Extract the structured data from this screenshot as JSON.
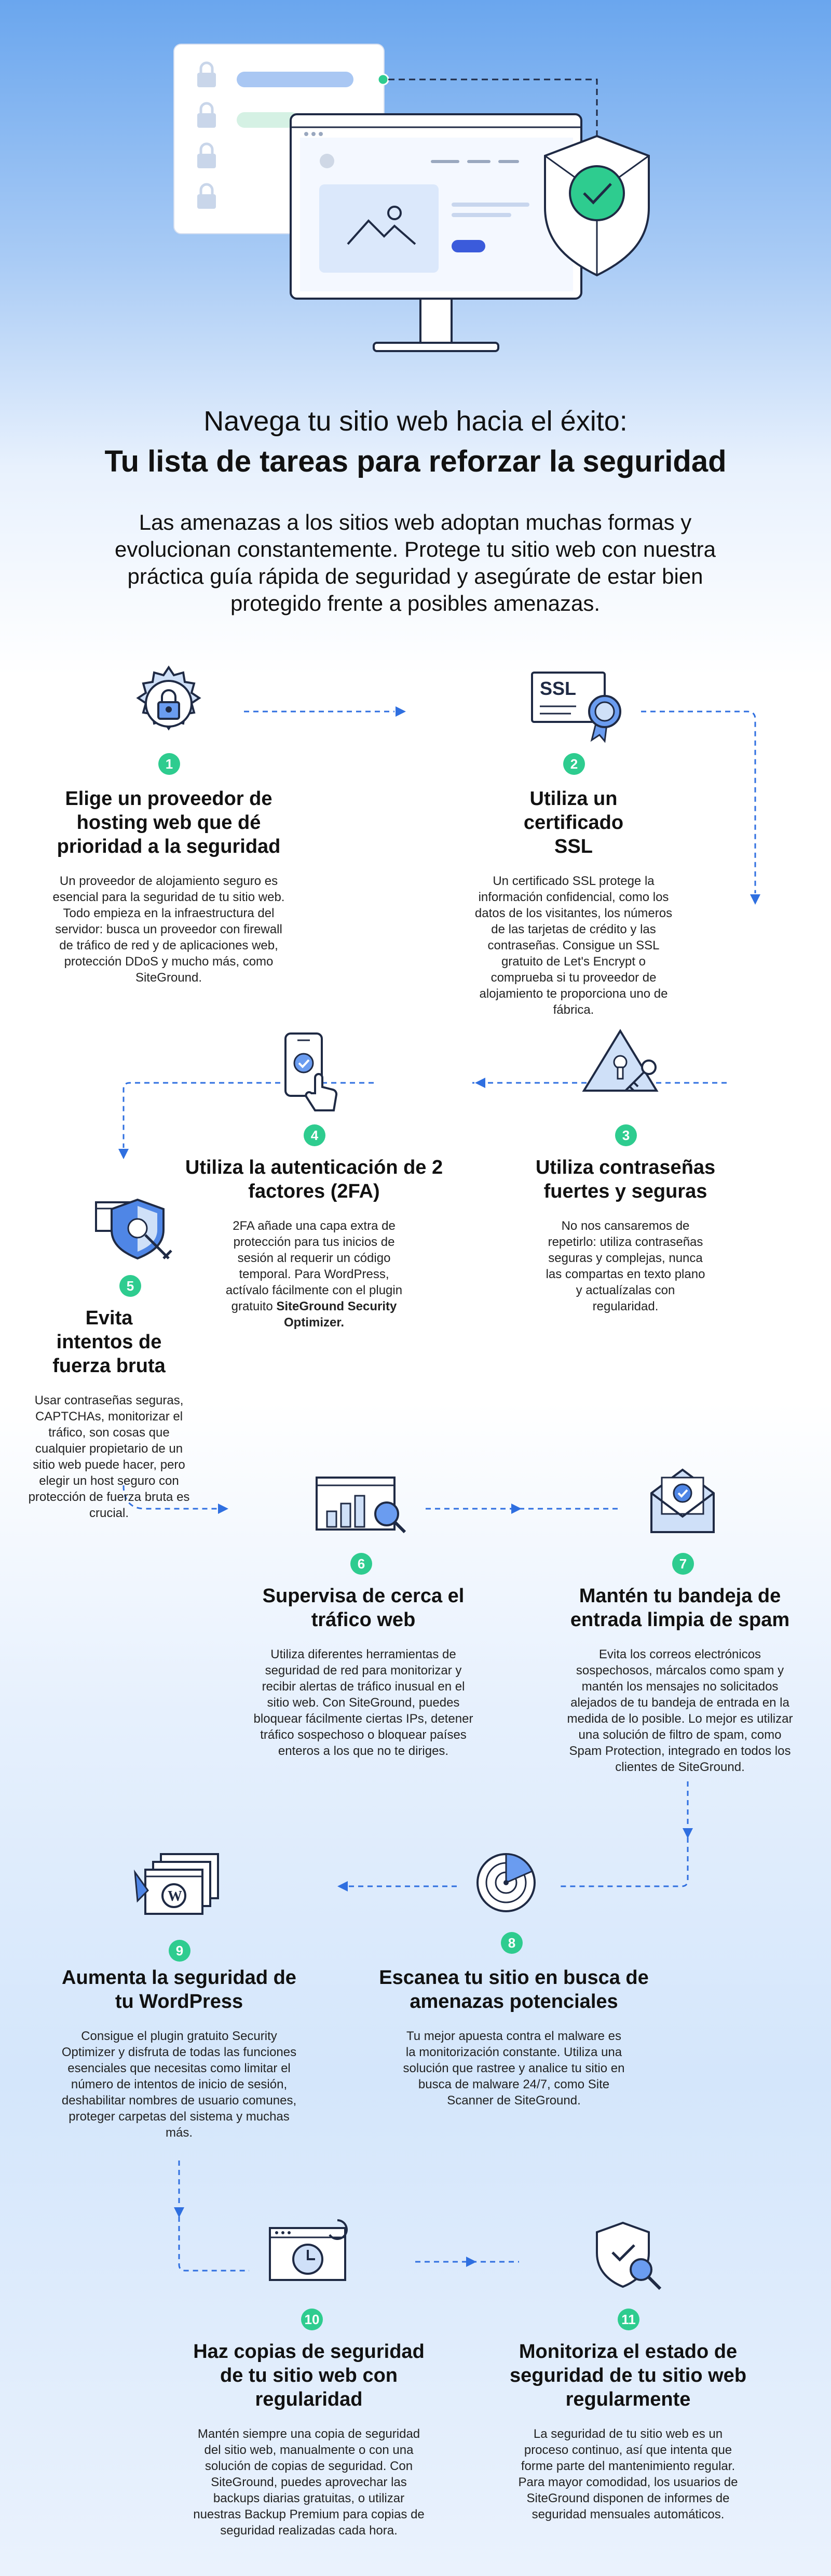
{
  "header": {
    "line1": "Navega tu sitio web hacia el éxito:",
    "line2": "Tu lista de tareas para reforzar la seguridad"
  },
  "intro": "Las amenazas a los sitios web adoptan muchas formas y evolucionan constantemente. Protege tu sitio web con nuestra práctica guía rápida de seguridad y asegúrate de estar bien protegido frente a posibles amenazas.",
  "colors": {
    "accent_green": "#2ecc8f",
    "accent_blue": "#2f6fe0",
    "icon_stroke": "#1f2a44",
    "icon_fill": "#cfe0f8"
  },
  "steps": [
    {
      "num": "1",
      "icon": "gear-lock-icon",
      "title": "Elige un proveedor de hosting web que dé prioridad a la seguridad",
      "body": "Un proveedor de alojamiento seguro es esencial para la seguridad de tu sitio web. Todo empieza en la infraestructura del servidor: busca un proveedor con firewall de tráfico de red y de aplicaciones web, protección DDoS y mucho más, como SiteGround."
    },
    {
      "num": "2",
      "icon": "ssl-certificate-icon",
      "title": "Utiliza un certificado SSL",
      "body": "Un certificado SSL protege la información confidencial, como los datos de los visitantes, los números de las tarjetas de crédito y las contraseñas. Consigue un SSL gratuito de Let's Encrypt o comprueba si tu proveedor de alojamiento te proporciona uno de fábrica.",
      "badge": "SSL"
    },
    {
      "num": "3",
      "icon": "key-warning-icon",
      "title": "Utiliza contraseñas fuertes y seguras",
      "body": "No nos cansaremos de repetirlo: utiliza contraseñas seguras y complejas, nunca las compartas en texto plano y actualízalas con regularidad."
    },
    {
      "num": "4",
      "icon": "phone-2fa-icon",
      "title": "Utiliza la autenticación de 2 factores (2FA)",
      "body": "2FA añade una capa extra de protección para tus inicios de sesión al requerir un código temporal. Para WordPress, actívalo fácilmente con el plugin gratuito",
      "body_strong": "SiteGround Security Optimizer."
    },
    {
      "num": "5",
      "icon": "shield-sword-icon",
      "title": "Evita intentos de fuerza bruta",
      "body": "Usar contraseñas seguras, CAPTCHAs, monitorizar el tráfico, son cosas que cualquier propietario de un sitio web puede hacer, pero elegir un host seguro con protección de fuerza bruta es crucial."
    },
    {
      "num": "6",
      "icon": "traffic-chart-icon",
      "title": "Supervisa de cerca el tráfico web",
      "body": "Utiliza diferentes herramientas de seguridad de red para monitorizar y recibir alertas de tráfico inusual en el sitio web. Con SiteGround, puedes bloquear fácilmente ciertas IPs, detener tráfico sospechoso o bloquear países enteros a los que no te diriges."
    },
    {
      "num": "7",
      "icon": "mail-check-icon",
      "title": "Mantén tu bandeja de entrada limpia de spam",
      "body": "Evita los correos electrónicos sospechosos, márcalos como spam y mantén los mensajes no solicitados alejados de tu bandeja de entrada en la medida de lo posible. Lo mejor es utilizar una solución de filtro de spam, como Spam Protection, integrado en todos los clientes de SiteGround."
    },
    {
      "num": "8",
      "icon": "radar-scan-icon",
      "title": "Escanea tu sitio en busca de amenazas potenciales",
      "body": "Tu mejor apuesta contra el malware es la monitorización constante. Utiliza una solución que rastree y analice tu sitio en busca de malware 24/7, como Site Scanner de SiteGround."
    },
    {
      "num": "9",
      "icon": "wordpress-windows-icon",
      "title": "Aumenta la seguridad de tu WordPress",
      "body": "Consigue el plugin gratuito Security Optimizer y disfruta de todas las funciones esenciales que necesitas como limitar el número de intentos de inicio de sesión, deshabilitar nombres de usuario comunes, proteger carpetas del sistema y muchas más."
    },
    {
      "num": "10",
      "icon": "backup-clock-icon",
      "title": "Haz copias de seguridad de tu sitio web con regularidad",
      "body": "Mantén siempre una copia de seguridad del sitio web, manualmente o con una solución de copias de seguridad. Con SiteGround, puedes aprovechar las backups diarias gratuitas, o utilizar nuestras Backup Premium para copias de seguridad realizadas cada hora."
    },
    {
      "num": "11",
      "icon": "shield-search-icon",
      "title": "Monitoriza el estado de seguridad de tu sitio web regularmente",
      "body": "La seguridad de tu sitio web es un proceso continuo, así que intenta que forme parte del mantenimiento regular. Para mayor comodidad, los usuarios de SiteGround disponen de informes de seguridad mensuales automáticos."
    }
  ]
}
